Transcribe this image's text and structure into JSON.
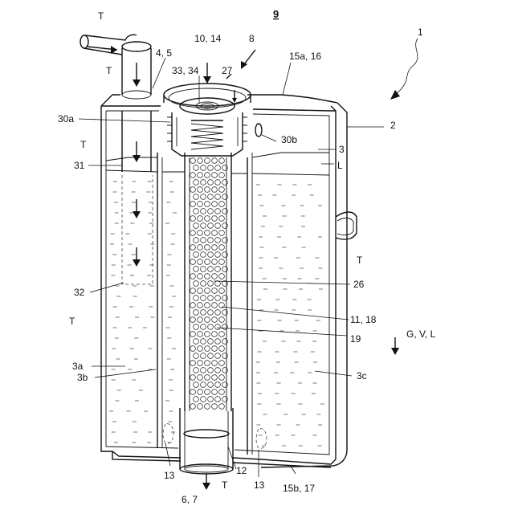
{
  "figure": {
    "number": "9",
    "labels": {
      "tank": "1",
      "housing": "2",
      "chamber": "3",
      "chamber_a": "3a",
      "chamber_b": "3b",
      "chamber_c": "3c",
      "inlet": "4, 5",
      "outlet": "6, 7",
      "cap": "8",
      "lid": "10, 14",
      "filter": "11, 18",
      "tube_end": "12",
      "holes_left": "13",
      "holes_right": "13",
      "top_wall": "15a, 16",
      "bottom_wall": "15b, 17",
      "core": "19",
      "mesh": "26",
      "valve": "27",
      "collar_a": "30a",
      "collar_b": "30b",
      "pipe": "31",
      "pipe_lower": "32",
      "spring": "33, 34",
      "liquid": "L",
      "direction": "G, V, L",
      "t_inlet_top": "T",
      "t_inlet": "T",
      "t_pipe": "T",
      "t_chamber_a": "T",
      "t_chamber_c": "T",
      "t_outlet": "T"
    }
  }
}
